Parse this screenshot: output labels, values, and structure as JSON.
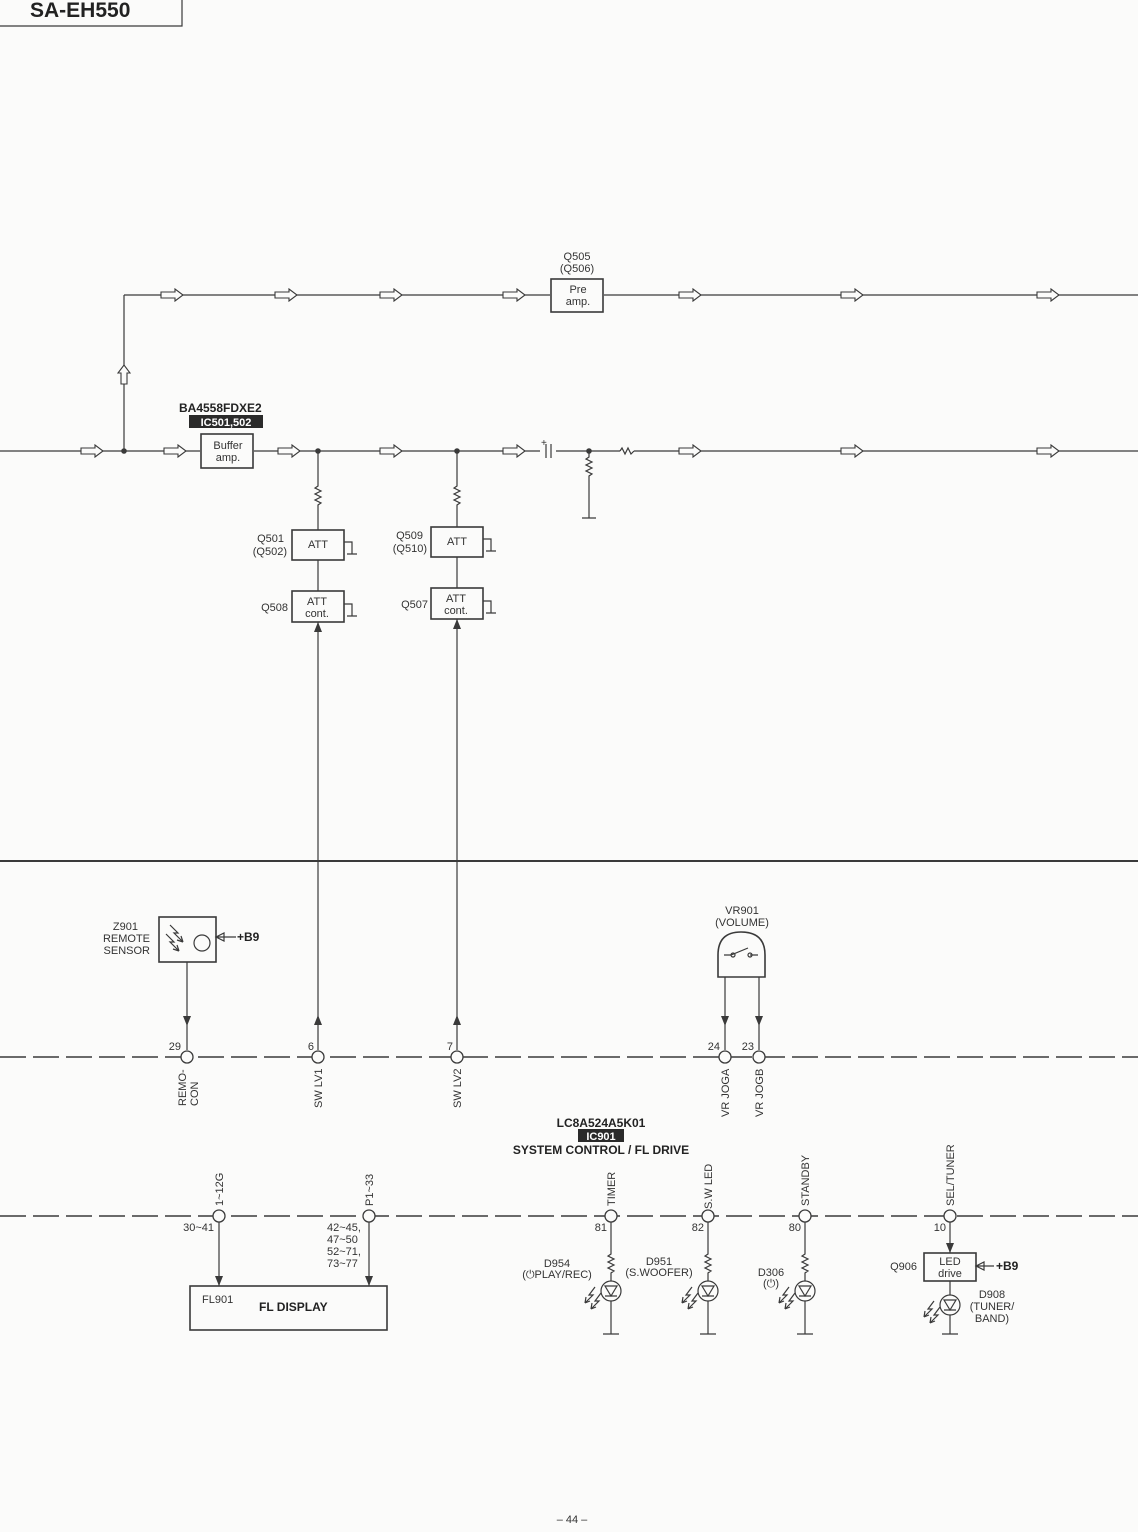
{
  "header": {
    "model": "SA-EH550"
  },
  "footer": {
    "page": "– 44 –"
  },
  "blocks": {
    "pre_amp": {
      "ref": "Q505",
      "ref2": "(Q506)",
      "line1": "Pre",
      "line2": "amp."
    },
    "buffer_amp": {
      "part": "BA4558FDXE2",
      "ic": "IC501,502",
      "line1": "Buffer",
      "line2": "amp."
    },
    "att1": {
      "ref": "Q501",
      "ref2": "(Q502)",
      "label": "ATT"
    },
    "att2": {
      "ref": "Q509",
      "ref2": "(Q510)",
      "label": "ATT"
    },
    "att_cont1": {
      "ref": "Q508",
      "line1": "ATT",
      "line2": "cont."
    },
    "att_cont2": {
      "ref": "Q507",
      "line1": "ATT",
      "line2": "cont."
    },
    "remote_sensor": {
      "ref": "Z901",
      "line1": "REMOTE",
      "line2": "SENSOR",
      "supply": "+B9"
    },
    "volume": {
      "ref": "VR901",
      "ref2": "(VOLUME)"
    },
    "fl_display": {
      "ref": "FL901",
      "label": "FL DISPLAY"
    },
    "led_drive": {
      "ref": "Q906",
      "line1": "LED",
      "line2": "drive",
      "supply": "+B9"
    }
  },
  "system_control": {
    "part": "LC8A524A5K01",
    "ic": "IC901",
    "title": "SYSTEM  CONTROL / FL DRIVE"
  },
  "upper_pins": [
    {
      "num": "29",
      "signal": "REMO-",
      "signal2": "CON"
    },
    {
      "num": "6",
      "signal": "SW LV1"
    },
    {
      "num": "7",
      "signal": "SW LV2"
    },
    {
      "num": "24",
      "signal": "VR JOGA"
    },
    {
      "num": "23",
      "signal": "VR JOGB"
    }
  ],
  "lower_pins": [
    {
      "num": "30~41",
      "signal": "1~12G"
    },
    {
      "num": "42~45,",
      "num2": "47~50",
      "num3": "52~71,",
      "num4": "73~77",
      "signal": "P1~33"
    },
    {
      "num": "81",
      "signal": "TIMER"
    },
    {
      "num": "82",
      "signal": "S.W LED"
    },
    {
      "num": "80",
      "signal": "STANDBY"
    },
    {
      "num": "10",
      "signal": "SEL/TUNER"
    }
  ],
  "leds": [
    {
      "ref": "D954",
      "label": "(⏻PLAY/REC)"
    },
    {
      "ref": "D951",
      "label": "(S.WOOFER)"
    },
    {
      "ref": "D306",
      "label": "(⏻)"
    },
    {
      "ref": "D908",
      "label": "(TUNER/",
      "label2": "BAND)"
    }
  ]
}
